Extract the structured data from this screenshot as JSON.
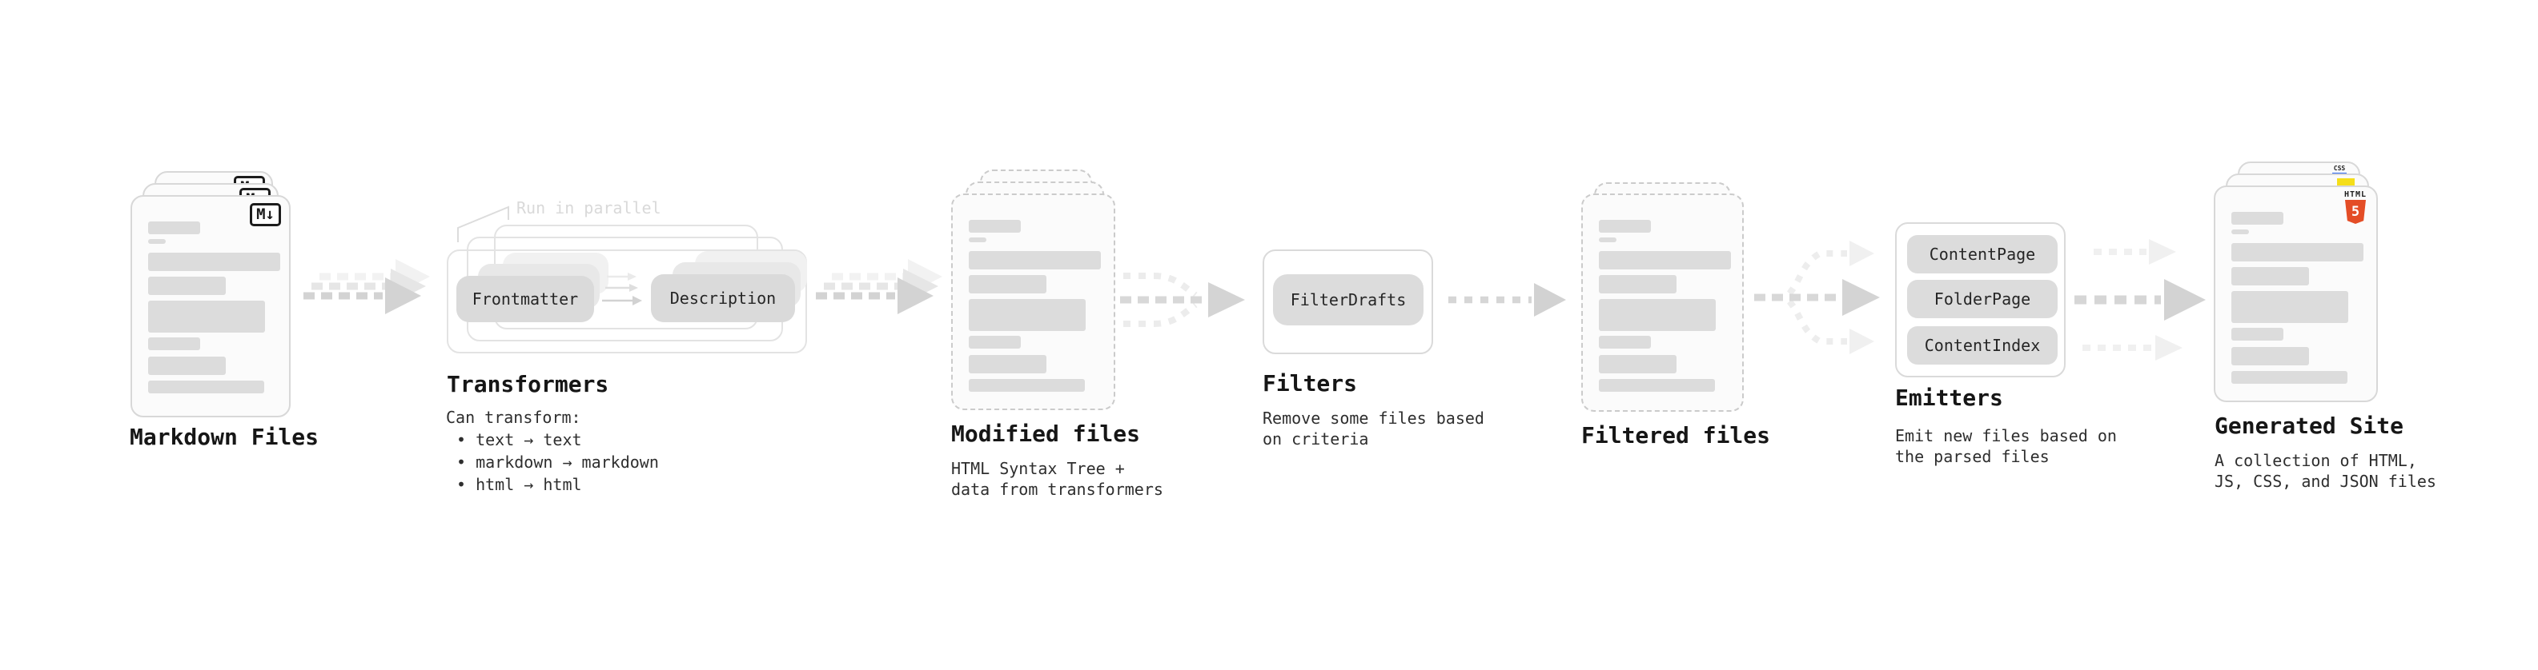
{
  "stages": [
    {
      "id": "markdown-files",
      "label": "Markdown Files"
    },
    {
      "id": "transformers",
      "label": "Transformers",
      "annotation": "Run in parallel",
      "pill_left": "Frontmatter",
      "pill_right": "Description",
      "desc": [
        "Can transform:",
        "• text → text",
        "• markdown → markdown",
        "• html → html"
      ]
    },
    {
      "id": "modified-files",
      "label": "Modified files",
      "desc": [
        "HTML Syntax Tree +",
        "data from transformers"
      ]
    },
    {
      "id": "filters",
      "label": "Filters",
      "pill": "FilterDrafts",
      "desc": [
        "Remove some files based",
        "on criteria"
      ]
    },
    {
      "id": "filtered-files",
      "label": "Filtered files"
    },
    {
      "id": "emitters",
      "label": "Emitters",
      "pills": [
        "ContentPage",
        "FolderPage",
        "ContentIndex"
      ],
      "desc": [
        "Emit new files based on",
        "the parsed files"
      ]
    },
    {
      "id": "generated-site",
      "label": "Generated Site",
      "desc": [
        "A collection of HTML,",
        "JS, CSS, and JSON files"
      ]
    }
  ],
  "badges": {
    "markdown": "M↓",
    "css_word": "CSS",
    "html_word": "HTML",
    "html_number": "5"
  },
  "colors": {
    "html5_orange": "#e44d26",
    "js_yellow": "#f5de19",
    "css_blue": "#2b66f0",
    "arrow_gray": "#d3d3d3",
    "annotation_gray": "#d9d9d9"
  }
}
